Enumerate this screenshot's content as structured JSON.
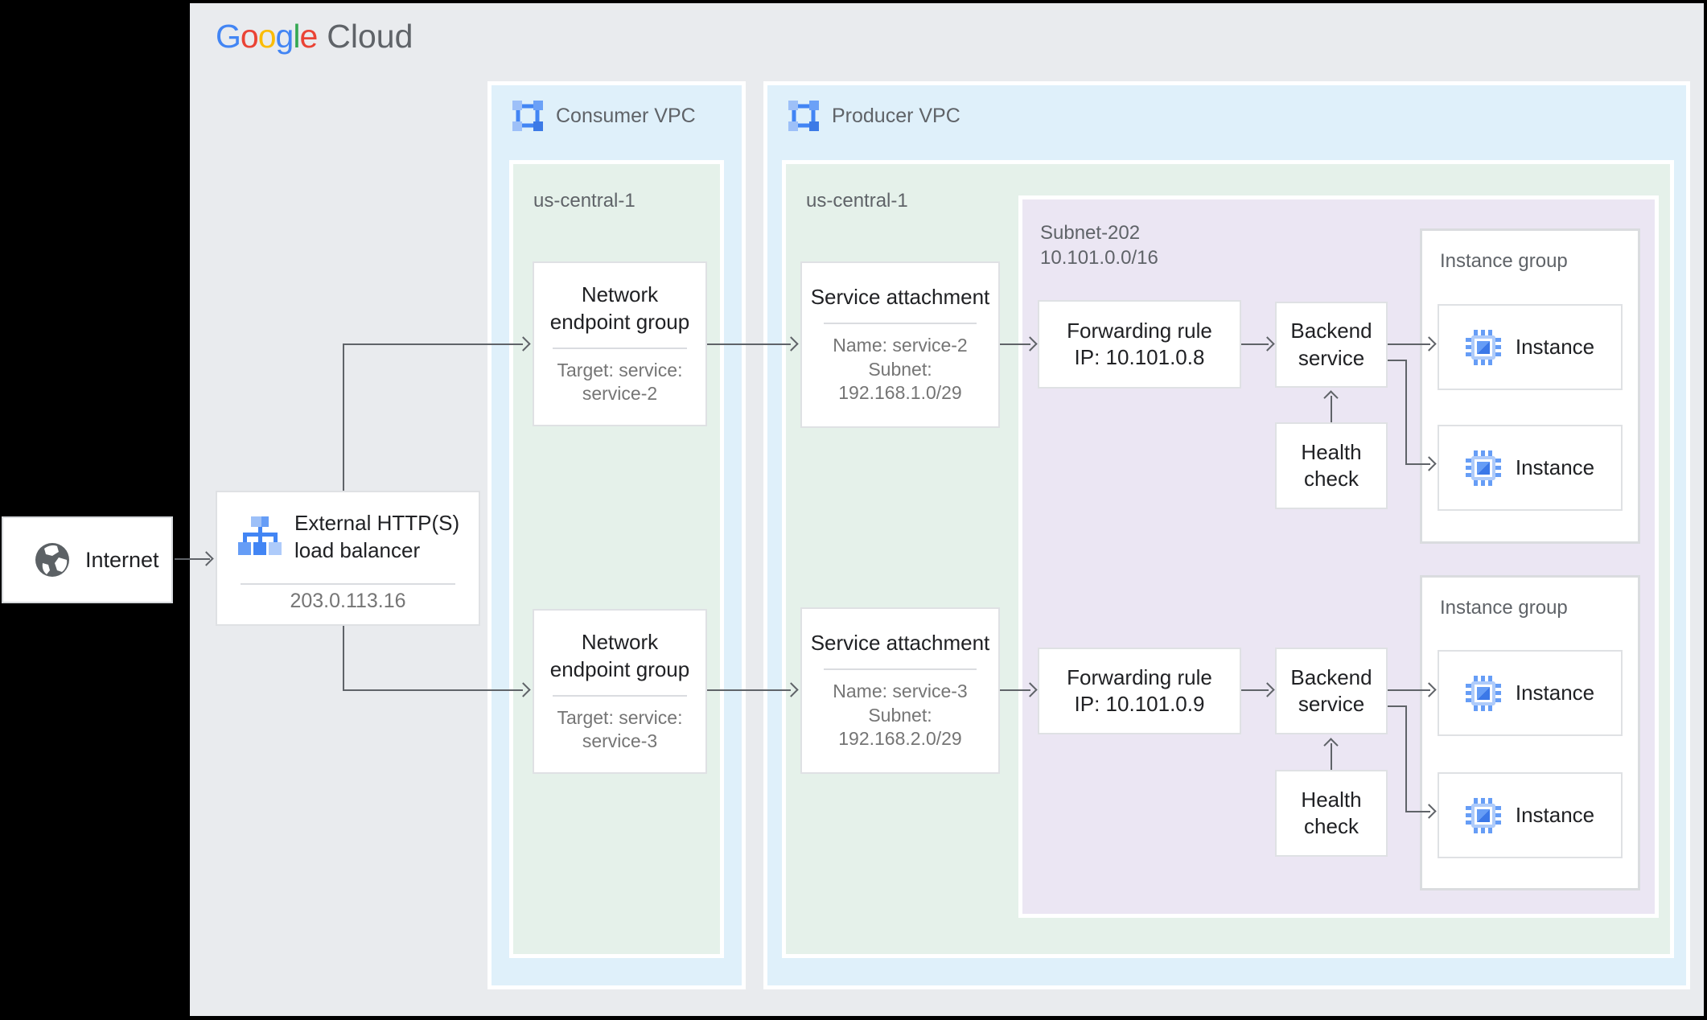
{
  "logo": {
    "letters": [
      "G",
      "o",
      "o",
      "g",
      "l",
      "e"
    ],
    "suffix": "Cloud"
  },
  "internet": {
    "label": "Internet"
  },
  "load_balancer": {
    "title": "External HTTP(S) load balancer",
    "ip": "203.0.113.16"
  },
  "consumer_vpc": {
    "label": "Consumer VPC",
    "region_label": "us-central-1"
  },
  "producer_vpc": {
    "label": "Producer VPC",
    "region_label": "us-central-1"
  },
  "subnet": {
    "name": "Subnet-202",
    "cidr": "10.101.0.0/16"
  },
  "rows": [
    {
      "neg": {
        "title": "Network endpoint group",
        "target": "Target: service: service-2"
      },
      "service_attachment": {
        "title": "Service attachment",
        "name": "Name: service-2",
        "subnet_label": "Subnet:",
        "subnet_cidr": "192.168.1.0/29"
      },
      "forwarding_rule": {
        "title": "Forwarding rule",
        "ip": "IP: 10.101.0.8"
      },
      "backend_service": {
        "title": "Backend service"
      },
      "health_check": {
        "title": "Health check"
      },
      "instance_group": {
        "label": "Instance group",
        "instances": [
          {
            "label": "Instance"
          },
          {
            "label": "Instance"
          }
        ]
      }
    },
    {
      "neg": {
        "title": "Network endpoint group",
        "target": "Target: service: service-3"
      },
      "service_attachment": {
        "title": "Service attachment",
        "name": "Name: service-3",
        "subnet_label": "Subnet:",
        "subnet_cidr": "192.168.2.0/29"
      },
      "forwarding_rule": {
        "title": "Forwarding rule",
        "ip": "IP: 10.101.0.9"
      },
      "backend_service": {
        "title": "Backend service"
      },
      "health_check": {
        "title": "Health check"
      },
      "instance_group": {
        "label": "Instance group",
        "instances": [
          {
            "label": "Instance"
          },
          {
            "label": "Instance"
          }
        ]
      }
    }
  ],
  "colors": {
    "accent_blue": "#4285F4",
    "vpc_bg": "#dff0fa",
    "region_bg": "#e5f1ea",
    "subnet_bg": "#ebe6f3",
    "canvas_bg": "#e9ebee",
    "connector": "#5f6368"
  }
}
